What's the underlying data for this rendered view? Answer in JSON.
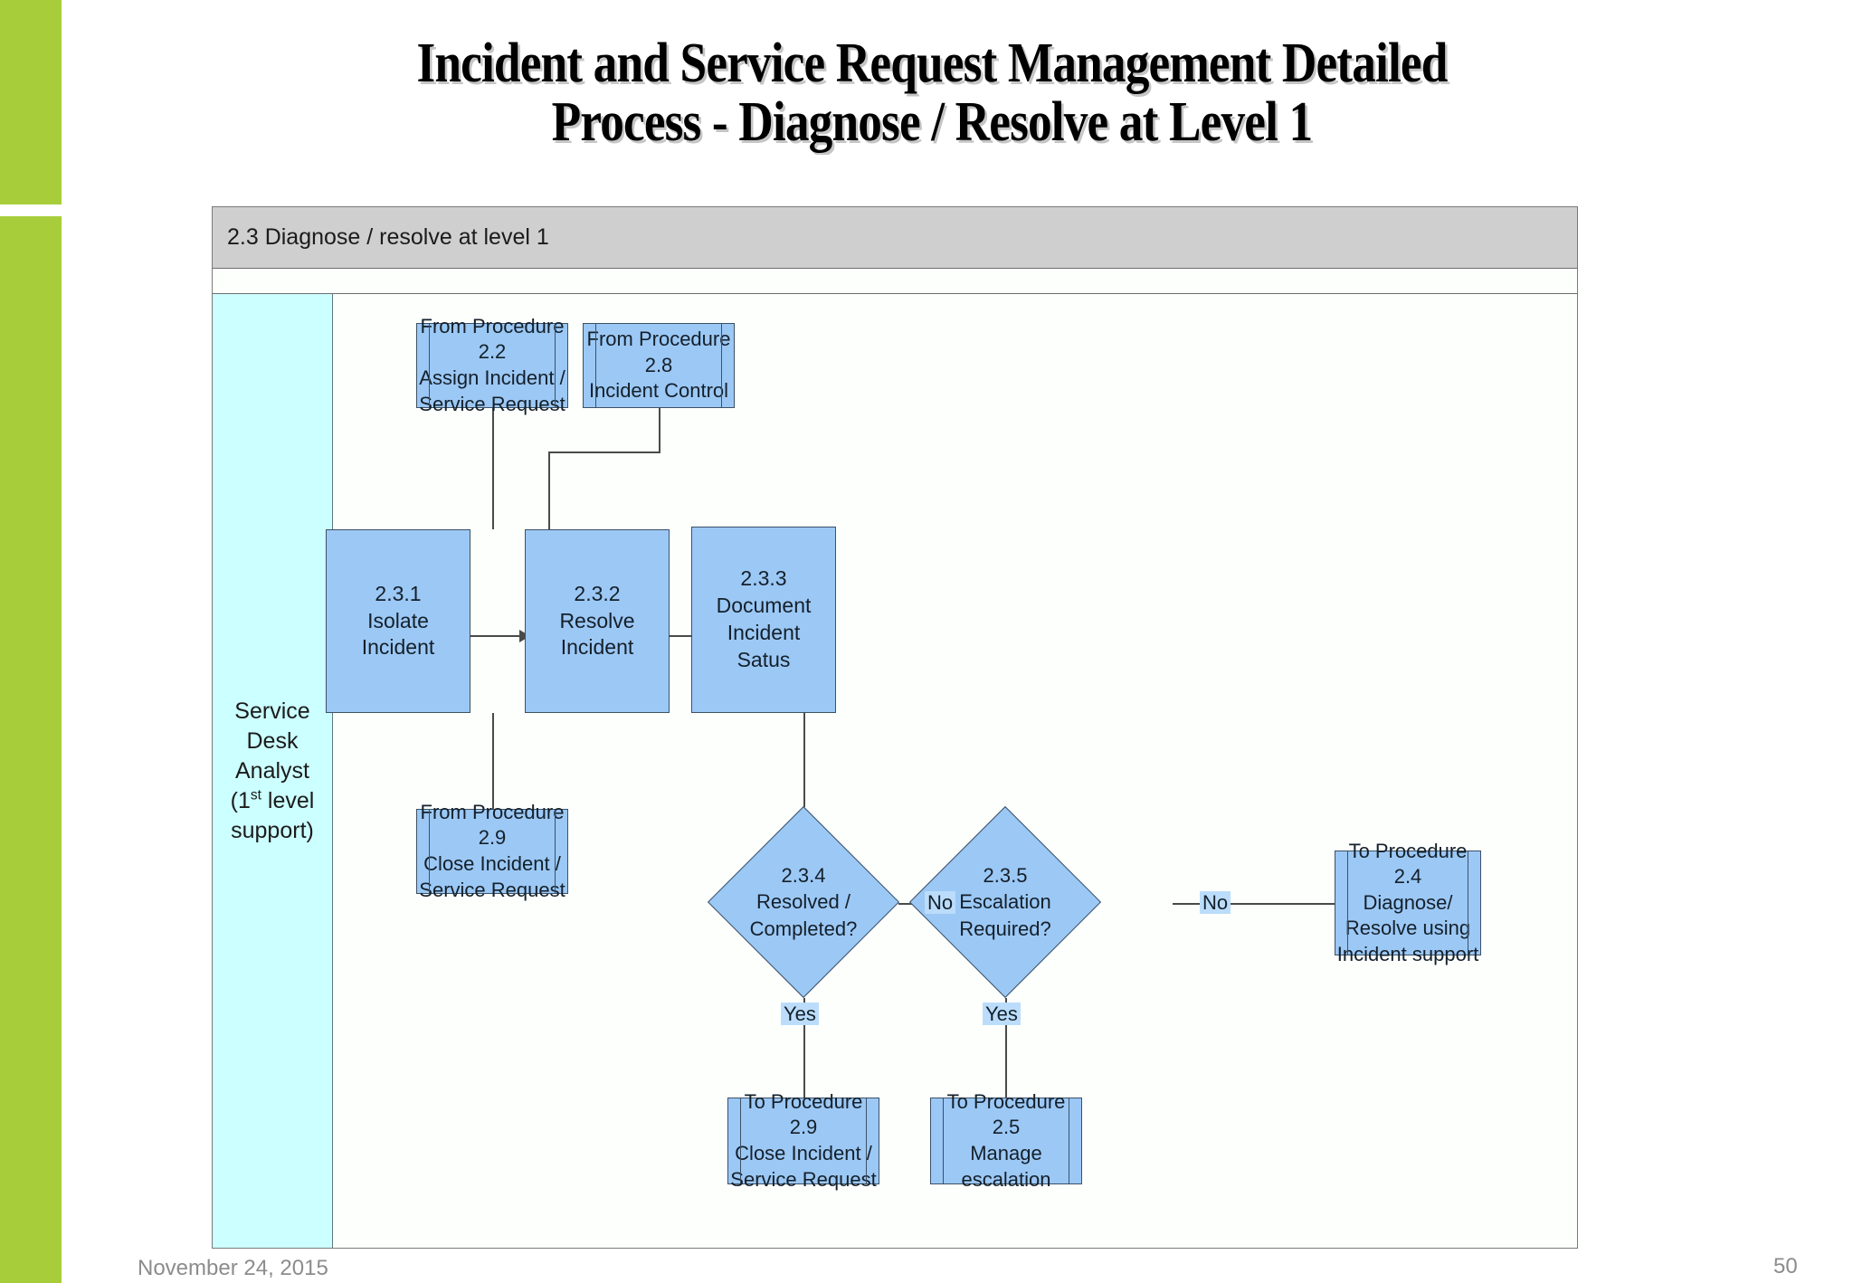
{
  "slide": {
    "title": "Incident and Service Request Management Detailed\nProcess -  Diagnose / Resolve at Level 1",
    "footer_date": "November 24, 2015",
    "page_number": "50",
    "accent_color": "#A7CE3A"
  },
  "diagram": {
    "header_title": "2.3 Diagnose / resolve at level 1",
    "header_bg": "#CFCFCF",
    "lane_bg": "#CCFFFF",
    "node_fill": "#9CC8F5",
    "node_stroke": "#3C5166",
    "edge_label_bg": "#BBDDFB",
    "swimlane": {
      "label_line1": "Service",
      "label_line2": "Desk",
      "label_line3": "Analyst",
      "label_line4_pre": "(1",
      "label_line4_sup": "st",
      "label_line4_post": " level",
      "label_line5": "support)"
    },
    "nodes": [
      {
        "id": "from-2-2",
        "type": "predefined-process",
        "text": "From Procedure 2.2\nAssign Incident /\nService Request"
      },
      {
        "id": "from-2-8",
        "type": "predefined-process",
        "text": "From Procedure 2.8\nIncident Control"
      },
      {
        "id": "step-2-3-1",
        "type": "process",
        "text": "2.3.1\nIsolate\nIncident"
      },
      {
        "id": "step-2-3-2",
        "type": "process",
        "text": "2.3.2\nResolve\nIncident"
      },
      {
        "id": "step-2-3-3",
        "type": "process",
        "text": "2.3.3\nDocument\nIncident\nSatus"
      },
      {
        "id": "from-2-9",
        "type": "predefined-process",
        "text": "From Procedure 2.9\nClose Incident /\nService Request"
      },
      {
        "id": "decision-2-3-4",
        "type": "decision",
        "text": "2.3.4\nResolved /\nCompleted?"
      },
      {
        "id": "decision-2-3-5",
        "type": "decision",
        "text": "2.3.5\nEscalation\nRequired?"
      },
      {
        "id": "to-2-4",
        "type": "predefined-process",
        "text": "To Procedure 2.4\nDiagnose/\nResolve using\nIncident support"
      },
      {
        "id": "to-2-9",
        "type": "predefined-process",
        "text": "To Procedure 2.9\nClose Incident /\nService Request"
      },
      {
        "id": "to-2-5",
        "type": "predefined-process",
        "text": "To Procedure 2.5\nManage\nescalation"
      }
    ],
    "edge_labels": {
      "no_from_234": "No",
      "no_from_235": "No",
      "yes_from_234": "Yes",
      "yes_from_235": "Yes"
    }
  }
}
